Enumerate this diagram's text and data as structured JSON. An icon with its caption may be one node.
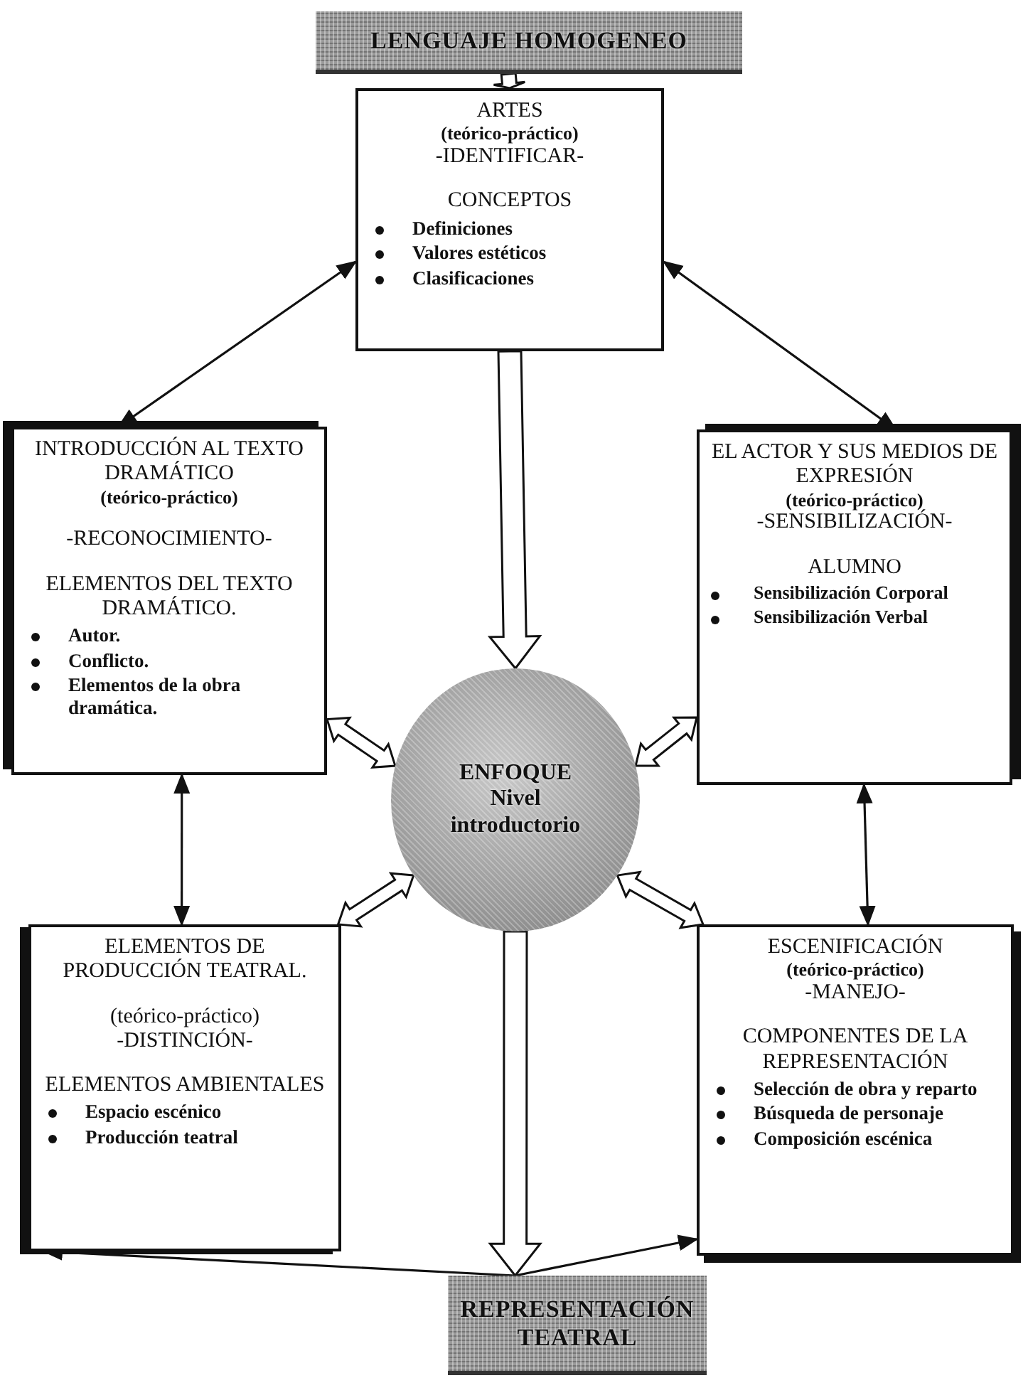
{
  "diagram": {
    "nodes": [
      {
        "text": [
          "LENGUAJE HOMOGENEO"
        ]
      },
      {
        "text": [
          "ARTES",
          "(teórico-práctico)",
          "-IDENTIFICAR-",
          "CONCEPTOS",
          "Definiciones",
          "Valores estéticos",
          "Clasificaciones"
        ]
      },
      {
        "text": [
          "INTRODUCCIÓN AL TEXTO DRAMÁTICO",
          "(teórico-práctico)",
          "-RECONOCIMIENTO-",
          "ELEMENTOS DEL TEXTO DRAMÁTICO.",
          "Autor.",
          "Conflicto.",
          "Elementos de la obra dramática."
        ]
      },
      {
        "text": [
          "EL ACTOR Y SUS MEDIOS DE EXPRESIÓN",
          "(teórico-práctico)",
          "-SENSIBILIZACIÓN-",
          "ALUMNO",
          "Sensibilización Corporal",
          "Sensibilización Verbal"
        ]
      },
      {
        "text": [
          "ENFOQUE",
          "Nivel",
          "introductorio"
        ]
      },
      {
        "text": [
          "ELEMENTOS DE PRODUCCIÓN TEATRAL.",
          "(teórico-práctico)",
          "-DISTINCIÓN-",
          "ELEMENTOS AMBIENTALES",
          "Espacio escénico",
          "Producción teatral"
        ]
      },
      {
        "text": [
          "ESCENIFICACIÓN",
          "(teórico-práctico)",
          "-MANEJO-",
          "COMPONENTES DE LA REPRESENTACIÓN",
          "Selección de obra y reparto",
          "Búsqueda de personaje",
          "Composición escénica"
        ]
      },
      {
        "text": [
          "REPRESENTACIÓN TEATRAL"
        ]
      }
    ],
    "edges": [
      {
        "from": 0,
        "to": 1,
        "arrow": "to",
        "style": "thick"
      },
      {
        "from": 1,
        "to": 2,
        "arrow": "both"
      },
      {
        "from": 1,
        "to": 3,
        "arrow": "both"
      },
      {
        "from": 1,
        "to": 4,
        "arrow": "to",
        "style": "thick"
      },
      {
        "from": 2,
        "to": 5,
        "arrow": "both"
      },
      {
        "from": 3,
        "to": 6,
        "arrow": "both"
      },
      {
        "from": 4,
        "to": 2,
        "arrow": "both",
        "style": "thick"
      },
      {
        "from": 4,
        "to": 3,
        "arrow": "both",
        "style": "thick"
      },
      {
        "from": 4,
        "to": 5,
        "arrow": "both",
        "style": "thick"
      },
      {
        "from": 4,
        "to": 6,
        "arrow": "both",
        "style": "thick"
      },
      {
        "from": 4,
        "to": 7,
        "arrow": "to",
        "style": "thick"
      },
      {
        "from": 7,
        "to": 5,
        "arrow": "to"
      },
      {
        "from": 7,
        "to": 6,
        "arrow": "to"
      }
    ]
  }
}
